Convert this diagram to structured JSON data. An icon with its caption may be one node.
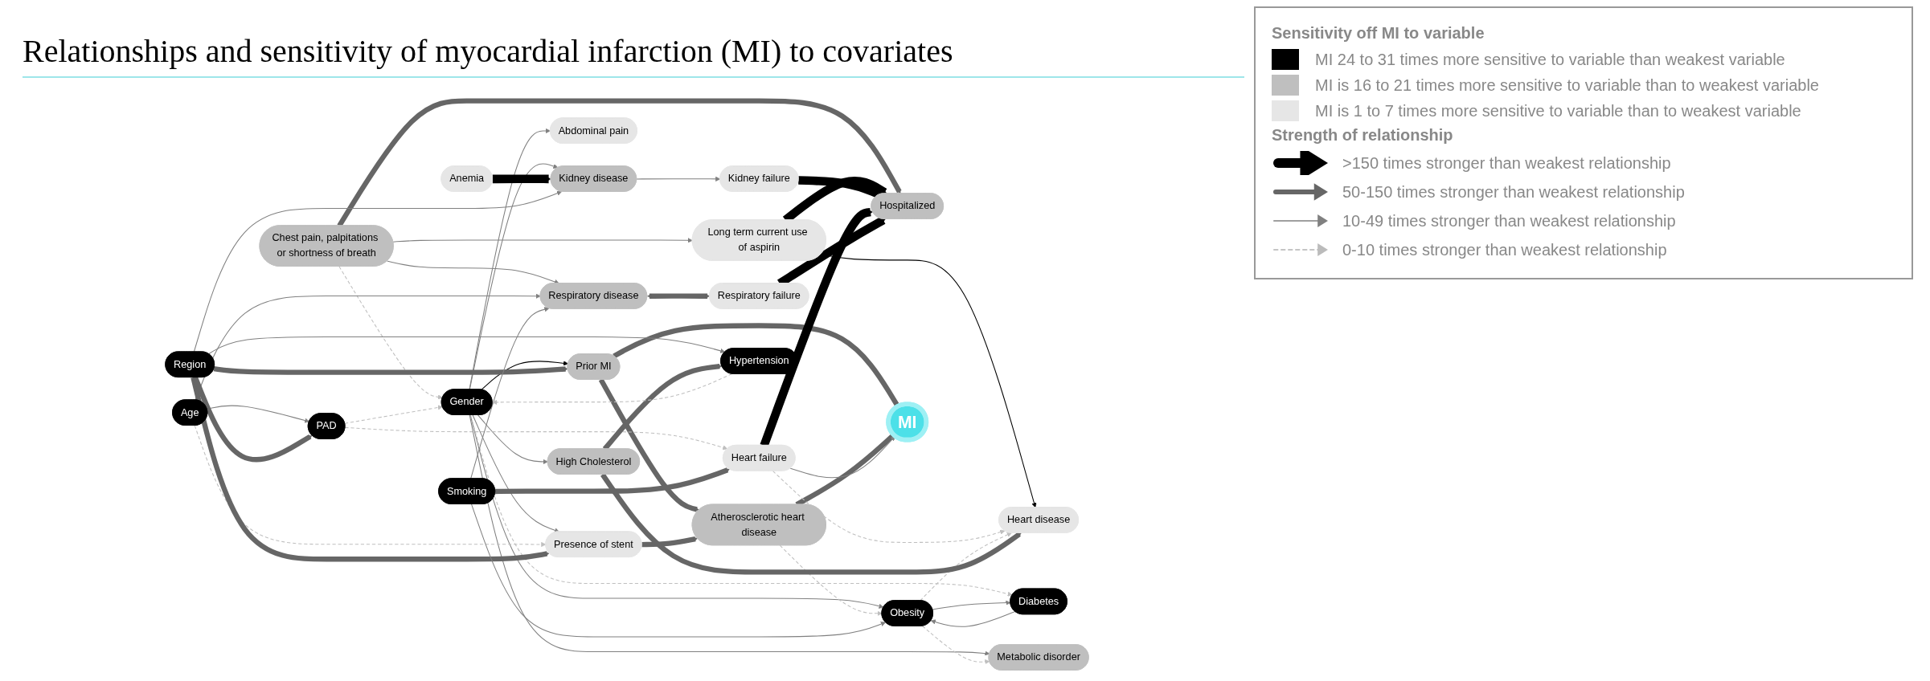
{
  "diagram": {
    "title": "Relationships and sensitivity of myocardial infarction (MI) to covariates",
    "nodes": [
      {
        "text": [
          "Gender"
        ]
      },
      {
        "text": [
          "Metabolic disorder"
        ]
      },
      {
        "text": [
          "Anemia"
        ]
      },
      {
        "text": [
          "Chest pain, palpitations or shortness of breath"
        ]
      },
      {
        "text": [
          "Long term current use of aspirin"
        ]
      },
      {
        "text": [
          "Prior MI"
        ]
      },
      {
        "text": [
          "Abdominal pain"
        ]
      },
      {
        "text": [
          "Kidney failure"
        ]
      },
      {
        "text": [
          "Kidney disease"
        ]
      },
      {
        "text": [
          "Hospitalized"
        ]
      },
      {
        "text": [
          "Age"
        ]
      },
      {
        "text": [
          "Atherosclerotic heart disease"
        ]
      },
      {
        "text": [
          "Diabetes"
        ]
      },
      {
        "text": [
          "Obesity"
        ]
      },
      {
        "text": [
          "MI"
        ]
      },
      {
        "text": [
          "Heart failure"
        ]
      },
      {
        "text": [
          "Respiratory failure"
        ]
      },
      {
        "text": [
          "Region"
        ]
      },
      {
        "text": [
          "Respiratory disease"
        ]
      },
      {
        "text": [
          "Smoking"
        ]
      },
      {
        "text": [
          "Presence of stent"
        ]
      },
      {
        "text": [
          "PAD"
        ]
      },
      {
        "text": [
          "Heart disease"
        ]
      },
      {
        "text": [
          "High Cholesterol"
        ]
      },
      {
        "text": [
          "Hypertension"
        ]
      }
    ],
    "edges": [
      {
        "from": 0,
        "to": 1,
        "arrow": "to"
      },
      {
        "from": 0,
        "to": 5,
        "arrow": "to",
        "color": "#000000"
      },
      {
        "from": 0,
        "to": 8,
        "arrow": "to"
      },
      {
        "from": 0,
        "to": 6,
        "arrow": "to"
      },
      {
        "from": 0,
        "to": 13,
        "arrow": "to"
      },
      {
        "from": 0,
        "to": 12,
        "arrow": "to",
        "style": "dashed",
        "color": "#bfbfbf"
      },
      {
        "from": 0,
        "to": 20,
        "arrow": "to"
      },
      {
        "from": 0,
        "to": 23,
        "arrow": "to"
      },
      {
        "from": 13,
        "to": 1,
        "arrow": "to",
        "style": "dashed",
        "color": "#bfbfbf"
      },
      {
        "from": 3,
        "to": 0,
        "arrow": "to",
        "style": "dashed",
        "color": "#bfbfbf"
      },
      {
        "from": 3,
        "to": 4,
        "arrow": "to"
      },
      {
        "from": 3,
        "to": 9,
        "arrow": "to",
        "style": "thick",
        "color": "#666666"
      },
      {
        "from": 3,
        "to": 18,
        "arrow": "to"
      },
      {
        "from": 2,
        "to": 8,
        "arrow": "to",
        "style": "thick",
        "color": "#000000"
      },
      {
        "from": 4,
        "to": 9,
        "arrow": "to",
        "style": "thick",
        "color": "#000000"
      },
      {
        "from": 4,
        "to": 22,
        "arrow": "to",
        "color": "#000000"
      },
      {
        "from": 8,
        "to": 7,
        "arrow": "to"
      },
      {
        "from": 7,
        "to": 9,
        "arrow": "to",
        "style": "thick",
        "color": "#000000"
      },
      {
        "from": 5,
        "to": 11,
        "arrow": "to",
        "style": "thick",
        "color": "#666666"
      },
      {
        "from": 5,
        "to": 14,
        "arrow": "to",
        "style": "thick",
        "color": "#666666"
      },
      {
        "from": 10,
        "to": 21,
        "arrow": "to"
      },
      {
        "from": 10,
        "to": 20,
        "arrow": "to",
        "style": "dashed",
        "color": "#bfbfbf"
      },
      {
        "from": 10,
        "to": 18,
        "arrow": "to"
      },
      {
        "from": 17,
        "to": 5,
        "arrow": "to",
        "style": "thick",
        "color": "#666666"
      },
      {
        "from": 17,
        "to": 20,
        "arrow": "to",
        "style": "thick",
        "color": "#666666"
      },
      {
        "from": 17,
        "to": 21,
        "arrow": "to",
        "style": "thick",
        "color": "#666666"
      },
      {
        "from": 17,
        "to": 8,
        "arrow": "to"
      },
      {
        "from": 17,
        "to": 24,
        "arrow": "to"
      },
      {
        "from": 21,
        "to": 0,
        "arrow": "to",
        "style": "dashed",
        "color": "#bfbfbf"
      },
      {
        "from": 21,
        "to": 15,
        "arrow": "to",
        "style": "dashed",
        "color": "#bfbfbf"
      },
      {
        "from": 20,
        "to": 11,
        "arrow": "to",
        "style": "thick",
        "color": "#666666"
      },
      {
        "from": 11,
        "to": 14,
        "arrow": "to",
        "style": "thick",
        "color": "#666666"
      },
      {
        "from": 11,
        "to": 13,
        "arrow": "to",
        "style": "dashed",
        "color": "#bfbfbf"
      },
      {
        "from": 15,
        "to": 14,
        "arrow": "to"
      },
      {
        "from": 15,
        "to": 9,
        "arrow": "to",
        "style": "thick",
        "color": "#000000"
      },
      {
        "from": 15,
        "to": 22,
        "arrow": "to",
        "style": "dashed",
        "color": "#bfbfbf"
      },
      {
        "from": 16,
        "to": 9,
        "arrow": "to",
        "style": "thick",
        "color": "#000000"
      },
      {
        "from": 19,
        "to": 15,
        "arrow": "to",
        "style": "thick",
        "color": "#666666"
      },
      {
        "from": 19,
        "to": 18,
        "arrow": "to"
      },
      {
        "from": 19,
        "to": 13,
        "arrow": "to"
      },
      {
        "from": 18,
        "to": 16,
        "arrow": "both",
        "style": "thick",
        "color": "#666666"
      },
      {
        "from": 12,
        "to": 13,
        "arrow": "to"
      },
      {
        "from": 13,
        "to": 12,
        "arrow": "to"
      },
      {
        "from": 13,
        "to": 22,
        "arrow": "to",
        "style": "dashed",
        "color": "#bfbfbf"
      },
      {
        "from": 23,
        "to": 22,
        "arrow": "to",
        "style": "thick",
        "color": "#666666"
      },
      {
        "from": 23,
        "to": 24,
        "arrow": "to",
        "style": "thick",
        "color": "#666666"
      },
      {
        "from": 24,
        "to": 0,
        "arrow": "to",
        "style": "dashed",
        "color": "#bfbfbf"
      }
    ],
    "labels": [
      "Sensitivity off MI to variable",
      "Strength of relationship"
    ],
    "legend": [
      {
        "text": "MI 24 to 31 times more sensitive to variable than weakest variable",
        "color": "#000000"
      },
      {
        "text": "MI is 16 to 21 times more sensitive to variable than to weakest variable",
        "color": "#bfbfbf"
      },
      {
        "text": "MI is 1 to 7 times more sensitive to variable than to weakest variable",
        "color": "#e6e6e6"
      },
      {
        "text": ">150 times stronger than weakest relationship"
      },
      {
        "text": "50-150 times stronger than weakest relationship"
      },
      {
        "text": "10-49 times stronger than weakest relationship"
      },
      {
        "text": "0-10 times stronger than weakest relationship"
      }
    ]
  }
}
